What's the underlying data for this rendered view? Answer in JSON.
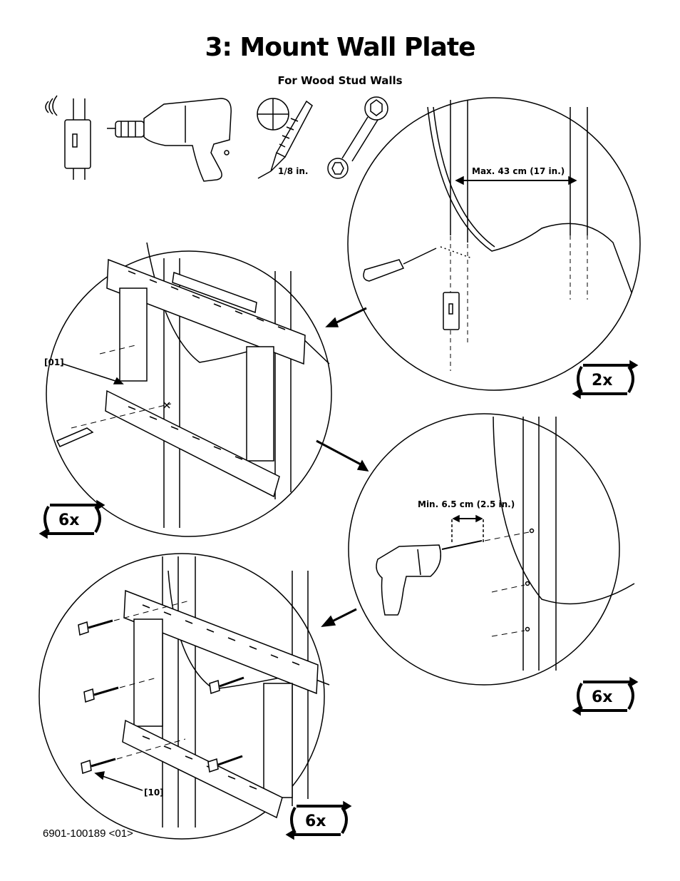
{
  "header": {
    "title": "3: Mount Wall Plate",
    "subtitle": "For Wood Stud Walls"
  },
  "tools": {
    "drill_bit_size": "1/8 in."
  },
  "labels": {
    "stud_spacing": "Max. 43 cm (17 in.)",
    "edge_distance": "Min. 6.5 cm (2.5 in.)",
    "part_wall_plate": "[01]",
    "part_lag_bolt": "[10]"
  },
  "counts": {
    "find_studs": "2x",
    "mark_holes": "6x",
    "drill_holes": "6x",
    "install_bolts": "6x"
  },
  "footer": {
    "doc_number": "6901-100189 <01>"
  }
}
